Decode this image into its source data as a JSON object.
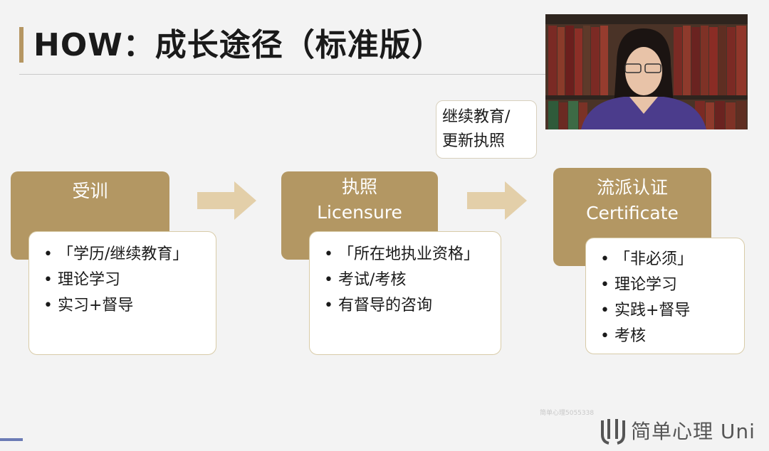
{
  "title": "HOW：成长途径（标准版）",
  "continuing_note": [
    "继续教育/",
    "更新执照"
  ],
  "stages": [
    {
      "heading": [
        "受训"
      ],
      "items": [
        "「学历/继续教育」",
        "理论学习",
        "实习+督导"
      ]
    },
    {
      "heading": [
        "执照",
        "Licensure"
      ],
      "items": [
        "「所在地执业资格」",
        "考试/考核",
        "有督导的咨询"
      ]
    },
    {
      "heading": [
        "流派认证",
        "Certificate"
      ],
      "items": [
        "「非必须」",
        "理论学习",
        "实践+督导",
        "考核"
      ]
    }
  ],
  "watermark": "简单心理5055338",
  "brand": "简单心理 Uni",
  "colors": {
    "accent": "#b39763",
    "title_bar": "#b59662",
    "arrow": "#e3cfa9"
  }
}
